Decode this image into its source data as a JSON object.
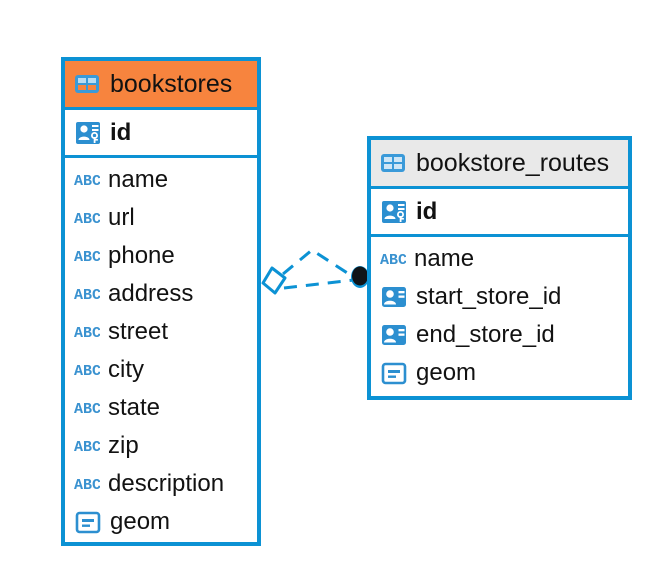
{
  "diagram": {
    "type": "entity-relationship-diagram",
    "background": "#ffffff",
    "accent_color": "#0c92d4",
    "entities": [
      {
        "name": "bookstores",
        "header_color": "#f7843e",
        "header_icon": "table-icon",
        "primary_key": {
          "label": "id",
          "icon": "primary-key-icon"
        },
        "columns": [
          {
            "label": "name",
            "icon": "abc-text-icon"
          },
          {
            "label": "url",
            "icon": "abc-text-icon"
          },
          {
            "label": "phone",
            "icon": "abc-text-icon"
          },
          {
            "label": "address",
            "icon": "abc-text-icon"
          },
          {
            "label": "street",
            "icon": "abc-text-icon"
          },
          {
            "label": "city",
            "icon": "abc-text-icon"
          },
          {
            "label": "state",
            "icon": "abc-text-icon"
          },
          {
            "label": "zip",
            "icon": "abc-text-icon"
          },
          {
            "label": "description",
            "icon": "abc-text-icon"
          },
          {
            "label": "geom",
            "icon": "geometry-icon"
          }
        ]
      },
      {
        "name": "bookstore_routes",
        "header_color": "#e9e9e9",
        "header_icon": "table-icon",
        "primary_key": {
          "label": "id",
          "icon": "primary-key-icon"
        },
        "columns": [
          {
            "label": "name",
            "icon": "abc-text-icon"
          },
          {
            "label": "start_store_id",
            "icon": "foreign-key-icon"
          },
          {
            "label": "end_store_id",
            "icon": "foreign-key-icon"
          },
          {
            "label": "geom",
            "icon": "geometry-icon"
          }
        ]
      }
    ],
    "relationship": {
      "style": "dashed",
      "color": "#0c92d4",
      "source_marker": "diamond-marker",
      "target_marker": "filled-circle-marker",
      "source_entity": "bookstores",
      "target_entity": "bookstore_routes"
    }
  }
}
